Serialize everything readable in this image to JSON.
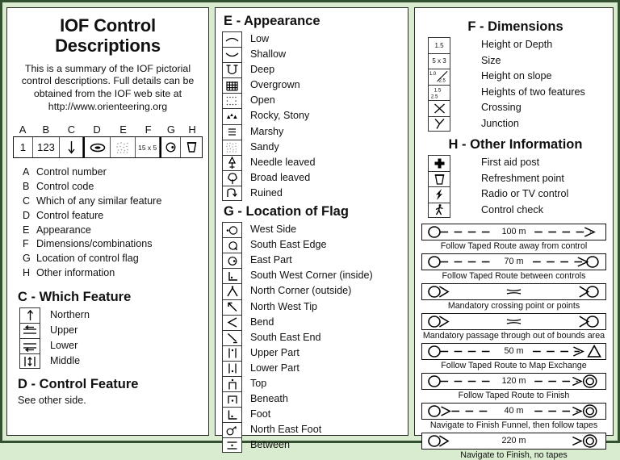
{
  "card": {
    "title": "IOF Control Descriptions",
    "intro": "This is a summary of the IOF pictorial control descriptions. Full details can be obtained from the IOF web site at http://www.orienteering.org",
    "border_color": "#33512f",
    "background_color": "#d9ecd0",
    "panel_color": "#ffffff"
  },
  "columns_header": {
    "letters": [
      "A",
      "B",
      "C",
      "D",
      "E",
      "F",
      "G",
      "H"
    ],
    "example_values": {
      "A": "1",
      "B": "123",
      "C": "down-arrow-icon",
      "D": "depression-oval-icon",
      "E": "sandy-texture-icon",
      "F": "15 x 5",
      "G": "east-part-icon",
      "H": "refreshment-cup-icon"
    }
  },
  "legend": [
    {
      "key": "A",
      "label": "Control number"
    },
    {
      "key": "B",
      "label": "Control code"
    },
    {
      "key": "C",
      "label": "Which of any similar feature"
    },
    {
      "key": "D",
      "label": "Control feature"
    },
    {
      "key": "E",
      "label": "Appearance"
    },
    {
      "key": "F",
      "label": "Dimensions/combinations"
    },
    {
      "key": "G",
      "label": "Location of control flag"
    },
    {
      "key": "H",
      "label": "Other information"
    }
  ],
  "section_c": {
    "title": "C - Which Feature",
    "items": [
      {
        "icon": "northern-arrow-icon",
        "label": "Northern"
      },
      {
        "icon": "upper-icon",
        "label": "Upper"
      },
      {
        "icon": "lower-icon",
        "label": "Lower"
      },
      {
        "icon": "middle-icon",
        "label": "Middle"
      }
    ]
  },
  "section_d": {
    "title": "D - Control Feature",
    "note": "See other side."
  },
  "section_e": {
    "title": "E - Appearance",
    "items": [
      {
        "icon": "low-arc-icon",
        "label": "Low"
      },
      {
        "icon": "shallow-arc-icon",
        "label": "Shallow"
      },
      {
        "icon": "deep-u-icon",
        "label": "Deep"
      },
      {
        "icon": "overgrown-grid-icon",
        "label": "Overgrown"
      },
      {
        "icon": "open-dotted-icon",
        "label": "Open"
      },
      {
        "icon": "rocky-stony-icon",
        "label": "Rocky, Stony"
      },
      {
        "icon": "marshy-lines-icon",
        "label": "Marshy"
      },
      {
        "icon": "sandy-dots-icon",
        "label": "Sandy"
      },
      {
        "icon": "needle-leaved-icon",
        "label": "Needle leaved"
      },
      {
        "icon": "broad-leaved-icon",
        "label": "Broad leaved"
      },
      {
        "icon": "ruined-hook-icon",
        "label": "Ruined"
      }
    ]
  },
  "section_g": {
    "title": "G - Location of Flag",
    "items": [
      {
        "icon": "west-side-icon",
        "label": "West Side"
      },
      {
        "icon": "south-east-edge-icon",
        "label": "South East Edge"
      },
      {
        "icon": "east-part-icon",
        "label": "East Part"
      },
      {
        "icon": "south-west-corner-inside-icon",
        "label": "South West Corner (inside)"
      },
      {
        "icon": "north-corner-outside-icon",
        "label": "North Corner (outside)"
      },
      {
        "icon": "north-west-tip-icon",
        "label": "North West Tip"
      },
      {
        "icon": "bend-icon",
        "label": "Bend"
      },
      {
        "icon": "south-east-end-icon",
        "label": "South East End"
      },
      {
        "icon": "upper-part-icon",
        "label": "Upper Part"
      },
      {
        "icon": "lower-part-icon",
        "label": "Lower Part"
      },
      {
        "icon": "top-icon",
        "label": "Top"
      },
      {
        "icon": "beneath-icon",
        "label": "Beneath"
      },
      {
        "icon": "foot-icon",
        "label": "Foot"
      },
      {
        "icon": "north-east-foot-icon",
        "label": "North East Foot"
      },
      {
        "icon": "between-icon",
        "label": "Between"
      }
    ]
  },
  "section_f": {
    "title": "F - Dimensions",
    "items": [
      {
        "icon": "height-depth-icon",
        "value": "1.5",
        "label": "Height or Depth"
      },
      {
        "icon": "size-icon",
        "value": "5 x 3",
        "label": "Size"
      },
      {
        "icon": "height-on-slope-icon",
        "value": "1.0 / 2.5",
        "label": "Height on slope"
      },
      {
        "icon": "two-heights-icon",
        "value": "1.5 / 2.5",
        "label": "Heights of two features"
      },
      {
        "icon": "crossing-icon",
        "value": "",
        "label": "Crossing"
      },
      {
        "icon": "junction-icon",
        "value": "",
        "label": "Junction"
      }
    ]
  },
  "section_h": {
    "title": "H - Other Information",
    "items": [
      {
        "icon": "first-aid-cross-icon",
        "label": "First aid post"
      },
      {
        "icon": "refreshment-cup-icon",
        "label": "Refreshment point"
      },
      {
        "icon": "radio-tv-bolt-icon",
        "label": "Radio or TV control"
      },
      {
        "icon": "control-check-runner-icon",
        "label": "Control check"
      }
    ]
  },
  "taped_routes": [
    {
      "start": "circle",
      "end": "arrow",
      "dashed": true,
      "distance": "100 m",
      "caption": "Follow Taped Route away from control"
    },
    {
      "start": "circle",
      "end": "circle-arrow",
      "dashed": true,
      "distance": "70 m",
      "caption": "Follow Taped Route between controls"
    },
    {
      "start": "crossing-circle",
      "end": "crossing-circle",
      "dashed": false,
      "distance": "",
      "caption": "Mandatory crossing point or points"
    },
    {
      "start": "crossing-circle",
      "end": "crossing-circle",
      "dashed": false,
      "distance": "",
      "caption": "Mandatory passage through out of bounds area"
    },
    {
      "start": "circle",
      "end": "arrow-triangle",
      "dashed": true,
      "distance": "50 m",
      "caption": "Follow Taped Route to Map Exchange"
    },
    {
      "start": "circle",
      "end": "finish-circle",
      "dashed": true,
      "distance": "120 m",
      "caption": "Follow Taped Route to Finish"
    },
    {
      "start": "circle-funnel",
      "end": "finish-circle",
      "dashed": true,
      "distance": "40 m",
      "caption": "Navigate to Finish Funnel, then follow tapes"
    },
    {
      "start": "crossing-circle",
      "end": "finish-circle",
      "dashed": false,
      "distance": "220 m",
      "caption": "Navigate to Finish, no tapes"
    }
  ]
}
